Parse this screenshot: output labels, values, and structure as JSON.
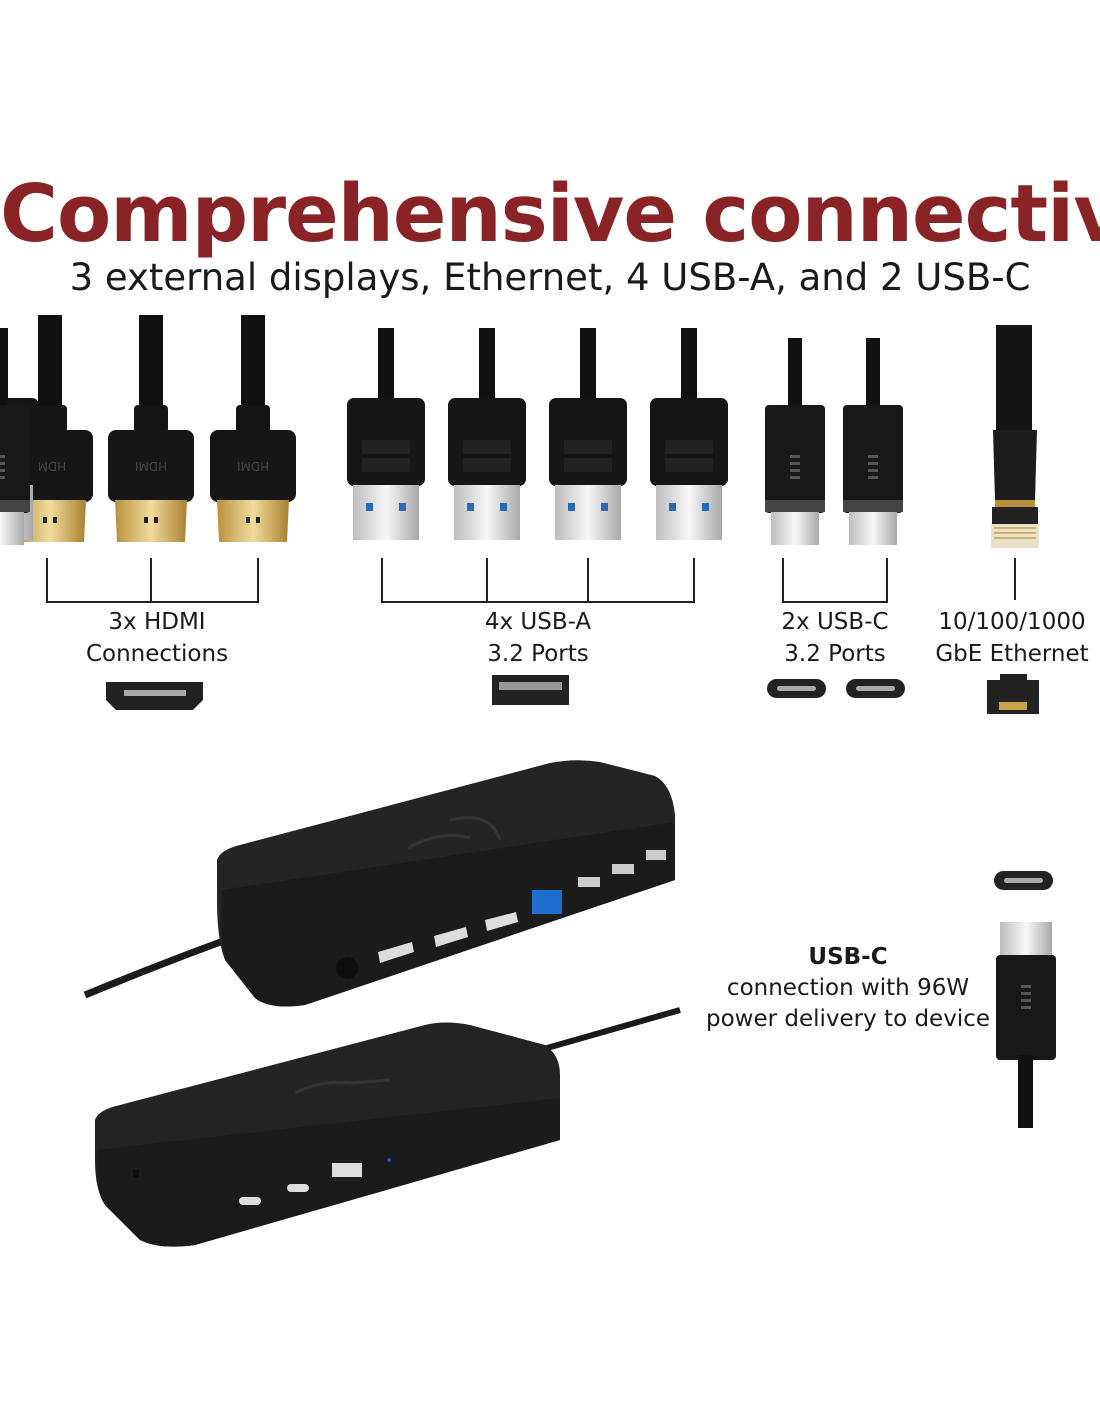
{
  "heading": {
    "title": "Comprehensive connectivity",
    "subtitle": "3 external displays, Ethernet, 4 USB-A, and 2 USB-C"
  },
  "port_groups": [
    {
      "line1": "3x HDMI",
      "line2": "Connections",
      "icon": "hdmi-port-icon"
    },
    {
      "line1": "4x USB-A",
      "line2": "3.2 Ports",
      "icon": "usb-a-port-icon"
    },
    {
      "line1": "2x USB-C",
      "line2": "3.2 Ports",
      "icon": "usb-c-port-icon"
    },
    {
      "line1": "10/100/1000",
      "line2": "GbE Ethernet",
      "icon": "ethernet-port-icon"
    }
  ],
  "connector_labels": {
    "hdmi": "HDMI"
  },
  "callout": {
    "title": "USB-C",
    "text": "connection with 96W power delivery to device"
  },
  "colors": {
    "title": "#8a2326",
    "ethernet_port": "#1e6fd0",
    "gold": "#d6b46a"
  }
}
